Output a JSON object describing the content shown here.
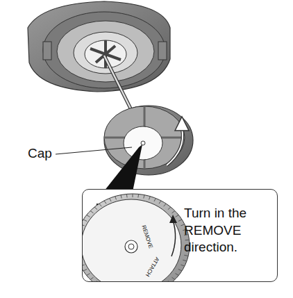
{
  "diagram": {
    "nodes": [
      {
        "text": [
          "Turn in the REMOVE direction."
        ]
      }
    ],
    "labels": [
      "Cap",
      "REMOVE",
      "ATTACH"
    ]
  }
}
